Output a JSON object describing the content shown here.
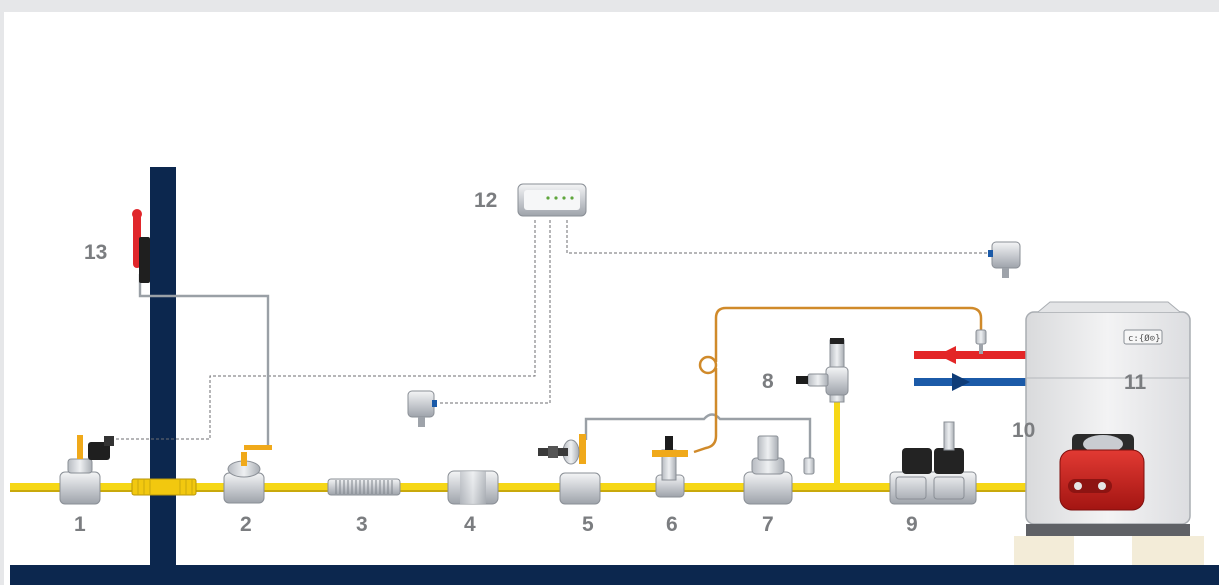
{
  "diagram": {
    "numbers": [
      "1",
      "2",
      "3",
      "4",
      "5",
      "6",
      "7",
      "8",
      "9",
      "10",
      "11",
      "12",
      "13"
    ],
    "boiler_display": "c:{Ø⊙}"
  },
  "colors": {
    "gas_pipe": "#f6d716",
    "wall": "#0c274e",
    "floor": "#0c274e",
    "label": "#7b7d80",
    "boiler_body": "#ebebeb",
    "burner": "#cc1f1f",
    "hot_water": "#e32627",
    "cold_water": "#1b5aa8",
    "impulse_line": "#d08a2a",
    "valve_metal": "#c7cbd0",
    "base_block": "#f3ecd8"
  }
}
